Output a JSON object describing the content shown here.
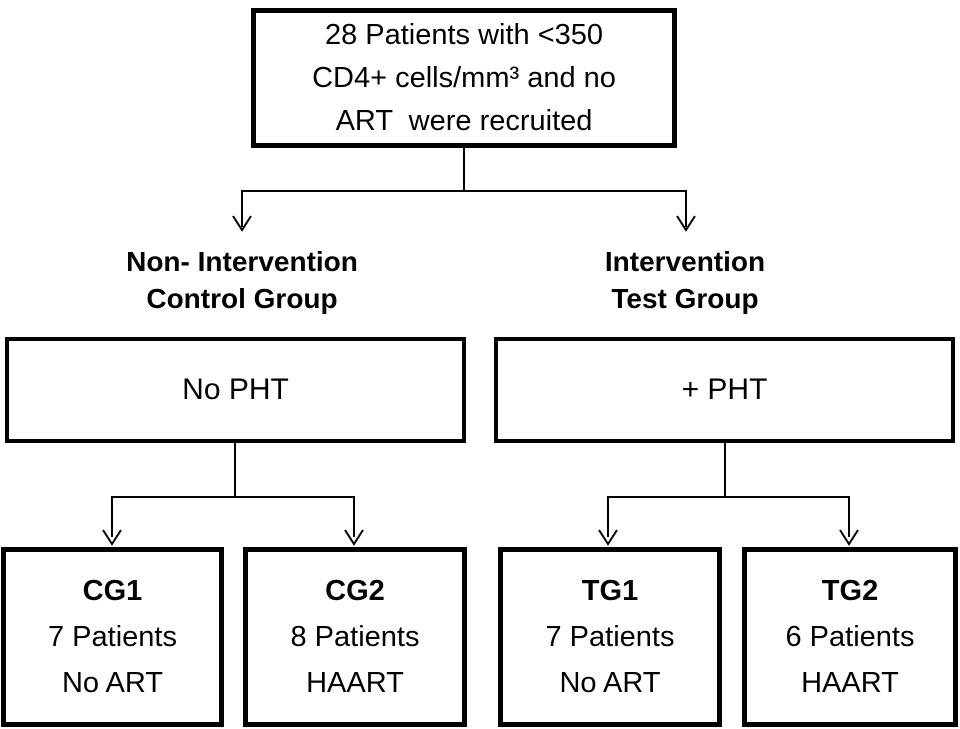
{
  "diagram": {
    "title_box": {
      "lines": [
        "28 Patients with <350",
        "CD4+ cells/mm³ and no",
        "ART  were recruited"
      ]
    },
    "left_branch": {
      "label_lines": [
        "Non- Intervention",
        "Control Group"
      ],
      "treatment": "No PHT",
      "subgroups": [
        {
          "code": "CG1",
          "count": "7 Patients",
          "therapy": "No ART"
        },
        {
          "code": "CG2",
          "count": "8 Patients",
          "therapy": "HAART"
        }
      ]
    },
    "right_branch": {
      "label_lines": [
        "Intervention",
        "Test Group"
      ],
      "treatment": "+ PHT",
      "subgroups": [
        {
          "code": "TG1",
          "count": "7 Patients",
          "therapy": "No ART"
        },
        {
          "code": "TG2",
          "count": "6 Patients",
          "therapy": "HAART"
        }
      ]
    },
    "colors": {
      "line": "#000000",
      "text": "#000000",
      "background": "#ffffff"
    }
  }
}
